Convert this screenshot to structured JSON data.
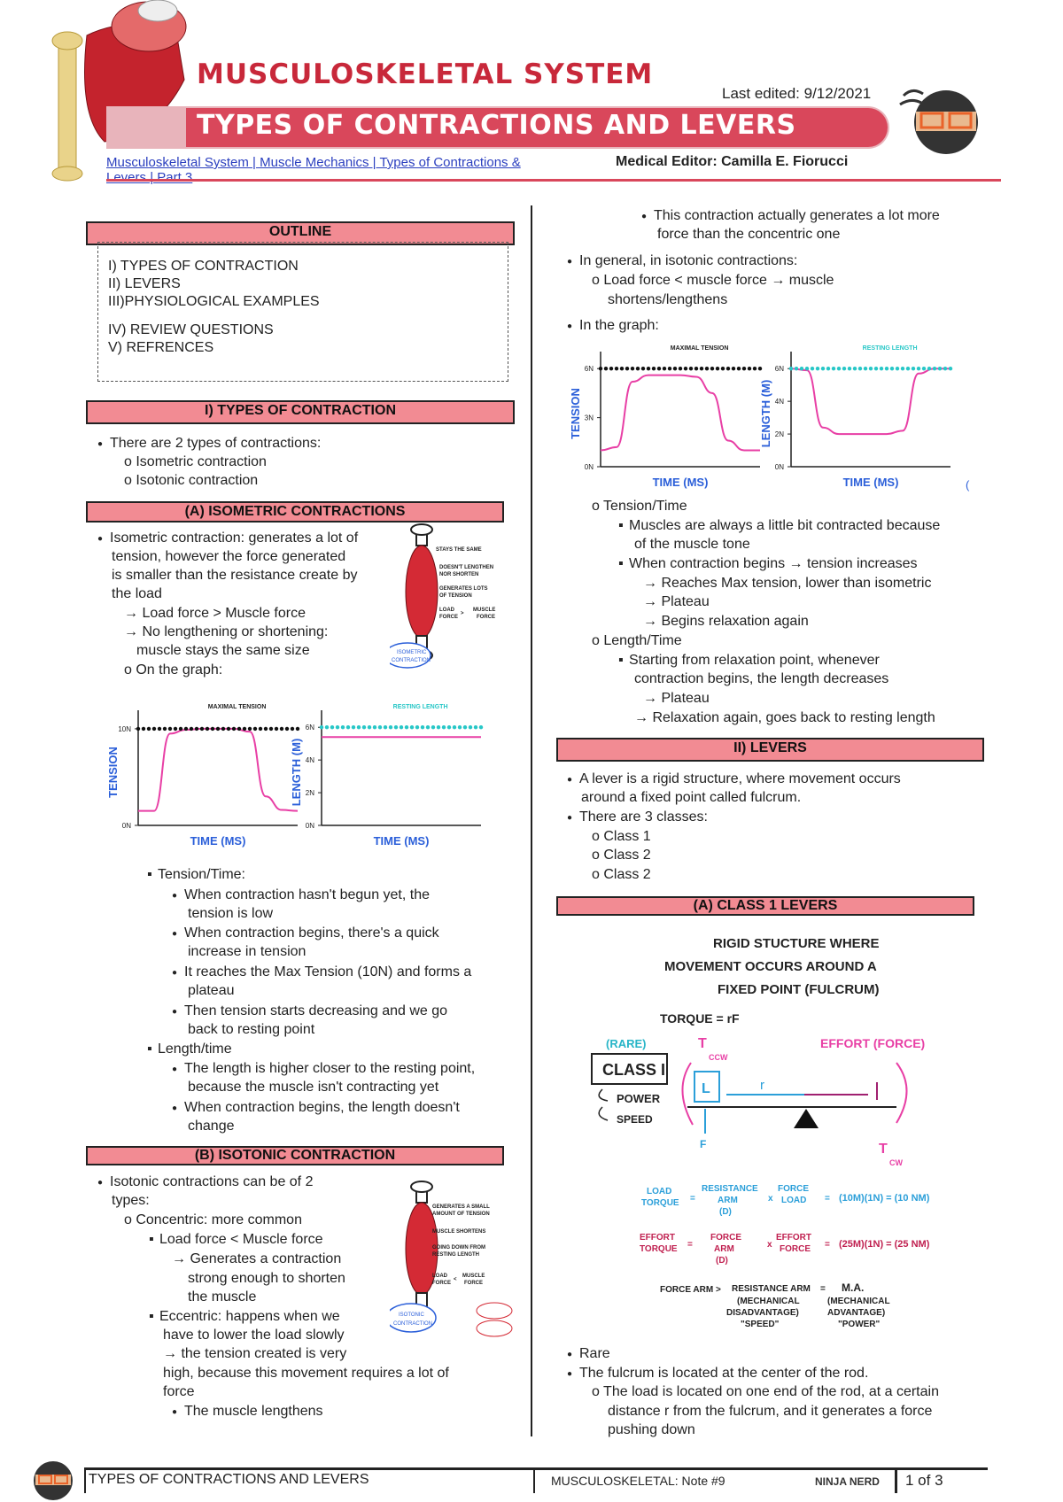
{
  "header": {
    "title": "MUSCULOSKELETAL SYSTEM",
    "subtitle": "TYPES OF CONTRACTIONS AND LEVERS",
    "last_edited": "Last edited: 9/12/2021",
    "breadcrumb_line1": "Musculoskeletal System | Muscle Mechanics | Types of Contractions &",
    "breadcrumb_line2": "Levers | Part 3",
    "editor": "Medical Editor: Camilla E. Fiorucci"
  },
  "outline": {
    "heading": "OUTLINE",
    "items": [
      "I) TYPES OF CONTRACTION",
      "II) LEVERS",
      "III)PHYSIOLOGICAL EXAMPLES",
      "IV) REVIEW QUESTIONS",
      "V) REFRENCES"
    ]
  },
  "section1": {
    "heading": "I) TYPES OF CONTRACTION",
    "intro": "There are 2 types of contractions:",
    "types": [
      "o Isometric contraction",
      "o Isotonic contraction"
    ]
  },
  "isometric": {
    "heading": "(A) ISOMETRIC CONTRACTIONS",
    "lines": [
      "Isometric contraction: generates a lot of",
      "tension, however the force generated",
      "is smaller than the resistance create by",
      "the load",
      "→ Load force >  Muscle force",
      "→ No lengthening or shortening:",
      "muscle stays the same size",
      "o On the graph:"
    ],
    "figure_labels": [
      "STAYS THE SAME",
      "DOESN'T LENGTHEN",
      "NOR SHORTEN",
      "GENERATES LOTS",
      "OF TENSION",
      "LOAD",
      "FORCE",
      ">",
      "MUSCLE",
      "FORCE",
      "ISOMETRIC",
      "CONTRACTION"
    ],
    "notes": [
      "Tension/Time:",
      "When contraction hasn't begun yet, the",
      "tension is low",
      "When contraction begins, there's a quick",
      "increase in tension",
      "It reaches the Max Tension (10N) and forms a",
      "plateau",
      "Then tension starts decreasing and we go",
      "back to resting point",
      "Length/time",
      "The length is higher closer to the resting point,",
      "because the muscle isn't contracting yet",
      "When contraction begins, the length doesn't",
      "change"
    ]
  },
  "isotonic": {
    "heading": "(B) ISOTONIC CONTRACTION",
    "lines": [
      "Isotonic contractions can be of 2",
      "types:",
      "o Concentric: more common",
      "Load force < Muscle force",
      "→ Generates a contraction",
      "strong enough to shorten",
      "the muscle",
      "Eccentric: happens when we",
      "have to lower the load slowly",
      "→ the tension created is very",
      "high, because this movement requires a lot of",
      "force",
      "The muscle lengthens"
    ],
    "figure_labels": [
      "GENERATES A SMALL",
      "AMOUNT OF TENSION",
      "MUSCLE SHORTENS",
      "GOING DOWN FROM",
      "RESTING LENGTH",
      "LOAD",
      "FORCE",
      "<",
      "MUSCLE",
      "FORCE",
      "ISOTONIC",
      "CONTRACTION"
    ]
  },
  "right_col": {
    "lines_top": [
      "This contraction actually generates a lot more",
      "force than the concentric one",
      "In general, in isotonic contractions:",
      "o Load force < muscle force → muscle",
      "shortens/lengthens",
      "In the graph:"
    ],
    "after_graph": [
      "o Tension/Time",
      "Muscles are always a little bit contracted because",
      "of the muscle tone",
      "When contraction begins → tension increases",
      "→ Reaches Max tension, lower than isometric",
      "→ Plateau",
      "→ Begins relaxation again",
      "o Length/Time",
      "Starting from relaxation point, whenever",
      "contraction begins, the length decreases",
      "→ Plateau",
      "→ Relaxation again, goes back to resting length"
    ],
    "right_edge_mark": "(",
    "levers_heading": "II) LEVERS",
    "levers_lines": [
      "A lever is a rigid structure, where movement occurs",
      "around a fixed point called fulcrum.",
      "There are 3 classes:",
      "o Class 1",
      "o Class 2",
      "o Class 2"
    ],
    "class1_heading": "(A)  CLASS 1 LEVERS",
    "bottom_lines": [
      "Rare",
      "The fulcrum is located at the center of the rod.",
      "o The load is located on one end of the rod, at a certain",
      "distance r from the fulcrum, and it generates a force",
      "pushing down"
    ]
  },
  "lever_diagram": {
    "caption1": "RIGID STUCTURE WHERE",
    "caption2": "MOVEMENT OCCURS AROUND A",
    "caption3": "FIXED POINT (FULCRUM)",
    "torque": "TORQUE = rF",
    "rare": "(RARE)",
    "class_box": "CLASS I",
    "power": "POWER",
    "speed": "SPEED",
    "t_ccw": "T",
    "ccw": "CCW",
    "effort": "EFFORT (FORCE)",
    "load_box": "L",
    "r": "r",
    "f": "F",
    "t_cw": "T",
    "cw": "CW",
    "eq1": [
      "LOAD",
      "TORQUE",
      "=",
      "RESISTANCE",
      "ARM",
      "(D)",
      "x",
      "FORCE",
      "LOAD",
      "=",
      "(10M)(1N) = (10 NM)"
    ],
    "eq2": [
      "EFFORT",
      "TORQUE",
      "=",
      "FORCE",
      "ARM",
      "(D)",
      "x",
      "EFFORT",
      "FORCE",
      "=",
      "(25M)(1N) = (25 NM)"
    ],
    "eq3": [
      "FORCE ARM >",
      "RESISTANCE ARM",
      "=",
      "M.A.",
      "(MECHANICAL",
      "DISADVANTAGE)",
      "\"SPEED\"",
      "(MECHANICAL",
      "ADVANTAGE)",
      "\"POWER\""
    ]
  },
  "footer": {
    "left": "TYPES OF CONTRACTIONS AND LEVERS",
    "middle": "MUSCULOSKELETAL: Note #9",
    "logo": "NINJA NERD",
    "page": "1 of 3"
  },
  "colors": {
    "accent": "#d9475b",
    "section_fill": "#f28b93",
    "blue": "#2b5fd9",
    "pink": "#e83fa5",
    "cyan": "#27c7c7"
  },
  "chart_data": [
    {
      "type": "line",
      "title": "MAXIMAL TENSION",
      "xlabel": "TIME (MS)",
      "ylabel": "TENSION",
      "yticks": [
        "0N",
        "10N"
      ],
      "series": [
        {
          "name": "",
          "x": [
            0,
            1,
            2,
            3,
            4,
            5,
            6,
            7,
            8,
            9,
            10
          ],
          "values": [
            1.5,
            1.5,
            9.5,
            9.9,
            10,
            10,
            10,
            9.7,
            3,
            1.6,
            1.5
          ]
        },
        {
          "name": "MAXIMAL TENSION",
          "x": [
            0,
            10
          ],
          "values": [
            10,
            10
          ]
        }
      ],
      "ylim": [
        0,
        11
      ]
    },
    {
      "type": "line",
      "title": "RESTING LENGTH",
      "xlabel": "TIME (MS)",
      "ylabel": "LENGTH (M)",
      "yticks": [
        "0N",
        "2N",
        "4N",
        "6N"
      ],
      "series": [
        {
          "name": "",
          "x": [
            0,
            10
          ],
          "values": [
            5.4,
            5.4
          ]
        },
        {
          "name": "RESTING LENGTH",
          "x": [
            0,
            10
          ],
          "values": [
            6,
            6
          ]
        }
      ],
      "ylim": [
        0,
        6.5
      ]
    },
    {
      "type": "line",
      "title": "MAXIMAL TENSION",
      "xlabel": "TIME (MS)",
      "ylabel": "TENSION",
      "yticks": [
        "0N",
        "3N",
        "6N"
      ],
      "series": [
        {
          "name": "",
          "x": [
            0,
            1,
            2,
            3,
            4,
            5,
            6,
            7,
            8,
            9,
            10
          ],
          "values": [
            1.0,
            1.2,
            5.2,
            5.6,
            5.6,
            5.6,
            5.5,
            4.5,
            1.6,
            1.0,
            1.0
          ]
        },
        {
          "name": "MAXIMAL TENSION",
          "x": [
            0,
            10
          ],
          "values": [
            6,
            6
          ]
        }
      ],
      "ylim": [
        0,
        6.5
      ]
    },
    {
      "type": "line",
      "title": "RESTING LENGTH",
      "xlabel": "TIME (MS)",
      "ylabel": "LENGTH (M)",
      "yticks": [
        "0N",
        "2N",
        "4N",
        "6N"
      ],
      "series": [
        {
          "name": "",
          "x": [
            0,
            1,
            2,
            3,
            4,
            5,
            6,
            7,
            8,
            9,
            10
          ],
          "values": [
            6,
            5.9,
            2.4,
            2.0,
            2.0,
            2.0,
            2.0,
            2.2,
            5.7,
            6,
            6
          ]
        },
        {
          "name": "RESTING LENGTH",
          "x": [
            0,
            10
          ],
          "values": [
            6,
            6
          ]
        }
      ],
      "ylim": [
        0,
        6.5
      ]
    }
  ]
}
